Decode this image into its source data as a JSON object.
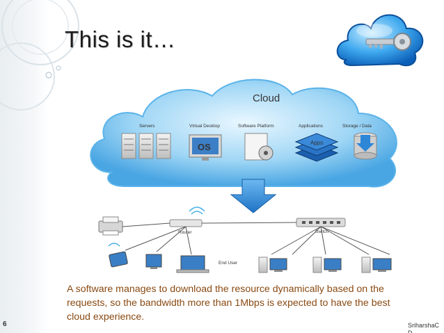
{
  "slide": {
    "title": "This is it…",
    "body_text": "A software manages to download the resource dynamically based on the requests,  so the bandwidth more than 1Mbps is expected to have the best cloud experience.",
    "slide_number": "6",
    "author": "SriharshaC",
    "author_overflow": "D"
  },
  "diagram": {
    "cloud_label": "Cloud",
    "categories": [
      "Servers",
      "Virtual Desktop",
      "Software Platform",
      "Applications",
      "Storage / Data"
    ],
    "os_label": "OS",
    "router_label": "Router",
    "switch_label": "Switch",
    "end_user_label": "End User"
  },
  "colors": {
    "title_text": "#1b1b1b",
    "body_text": "#8a4a12",
    "cloud_blue": "#5ab3ea",
    "arrow_blue": "#2e86d6"
  },
  "icons": [
    "cloud-key-icon",
    "server-icon",
    "os-monitor-icon",
    "software-box-icon",
    "apps-stack-icon",
    "storage-icon",
    "download-arrow-icon",
    "printer-icon",
    "router-icon",
    "switch-icon",
    "laptop-icon",
    "desktop-icon",
    "tablet-icon"
  ]
}
